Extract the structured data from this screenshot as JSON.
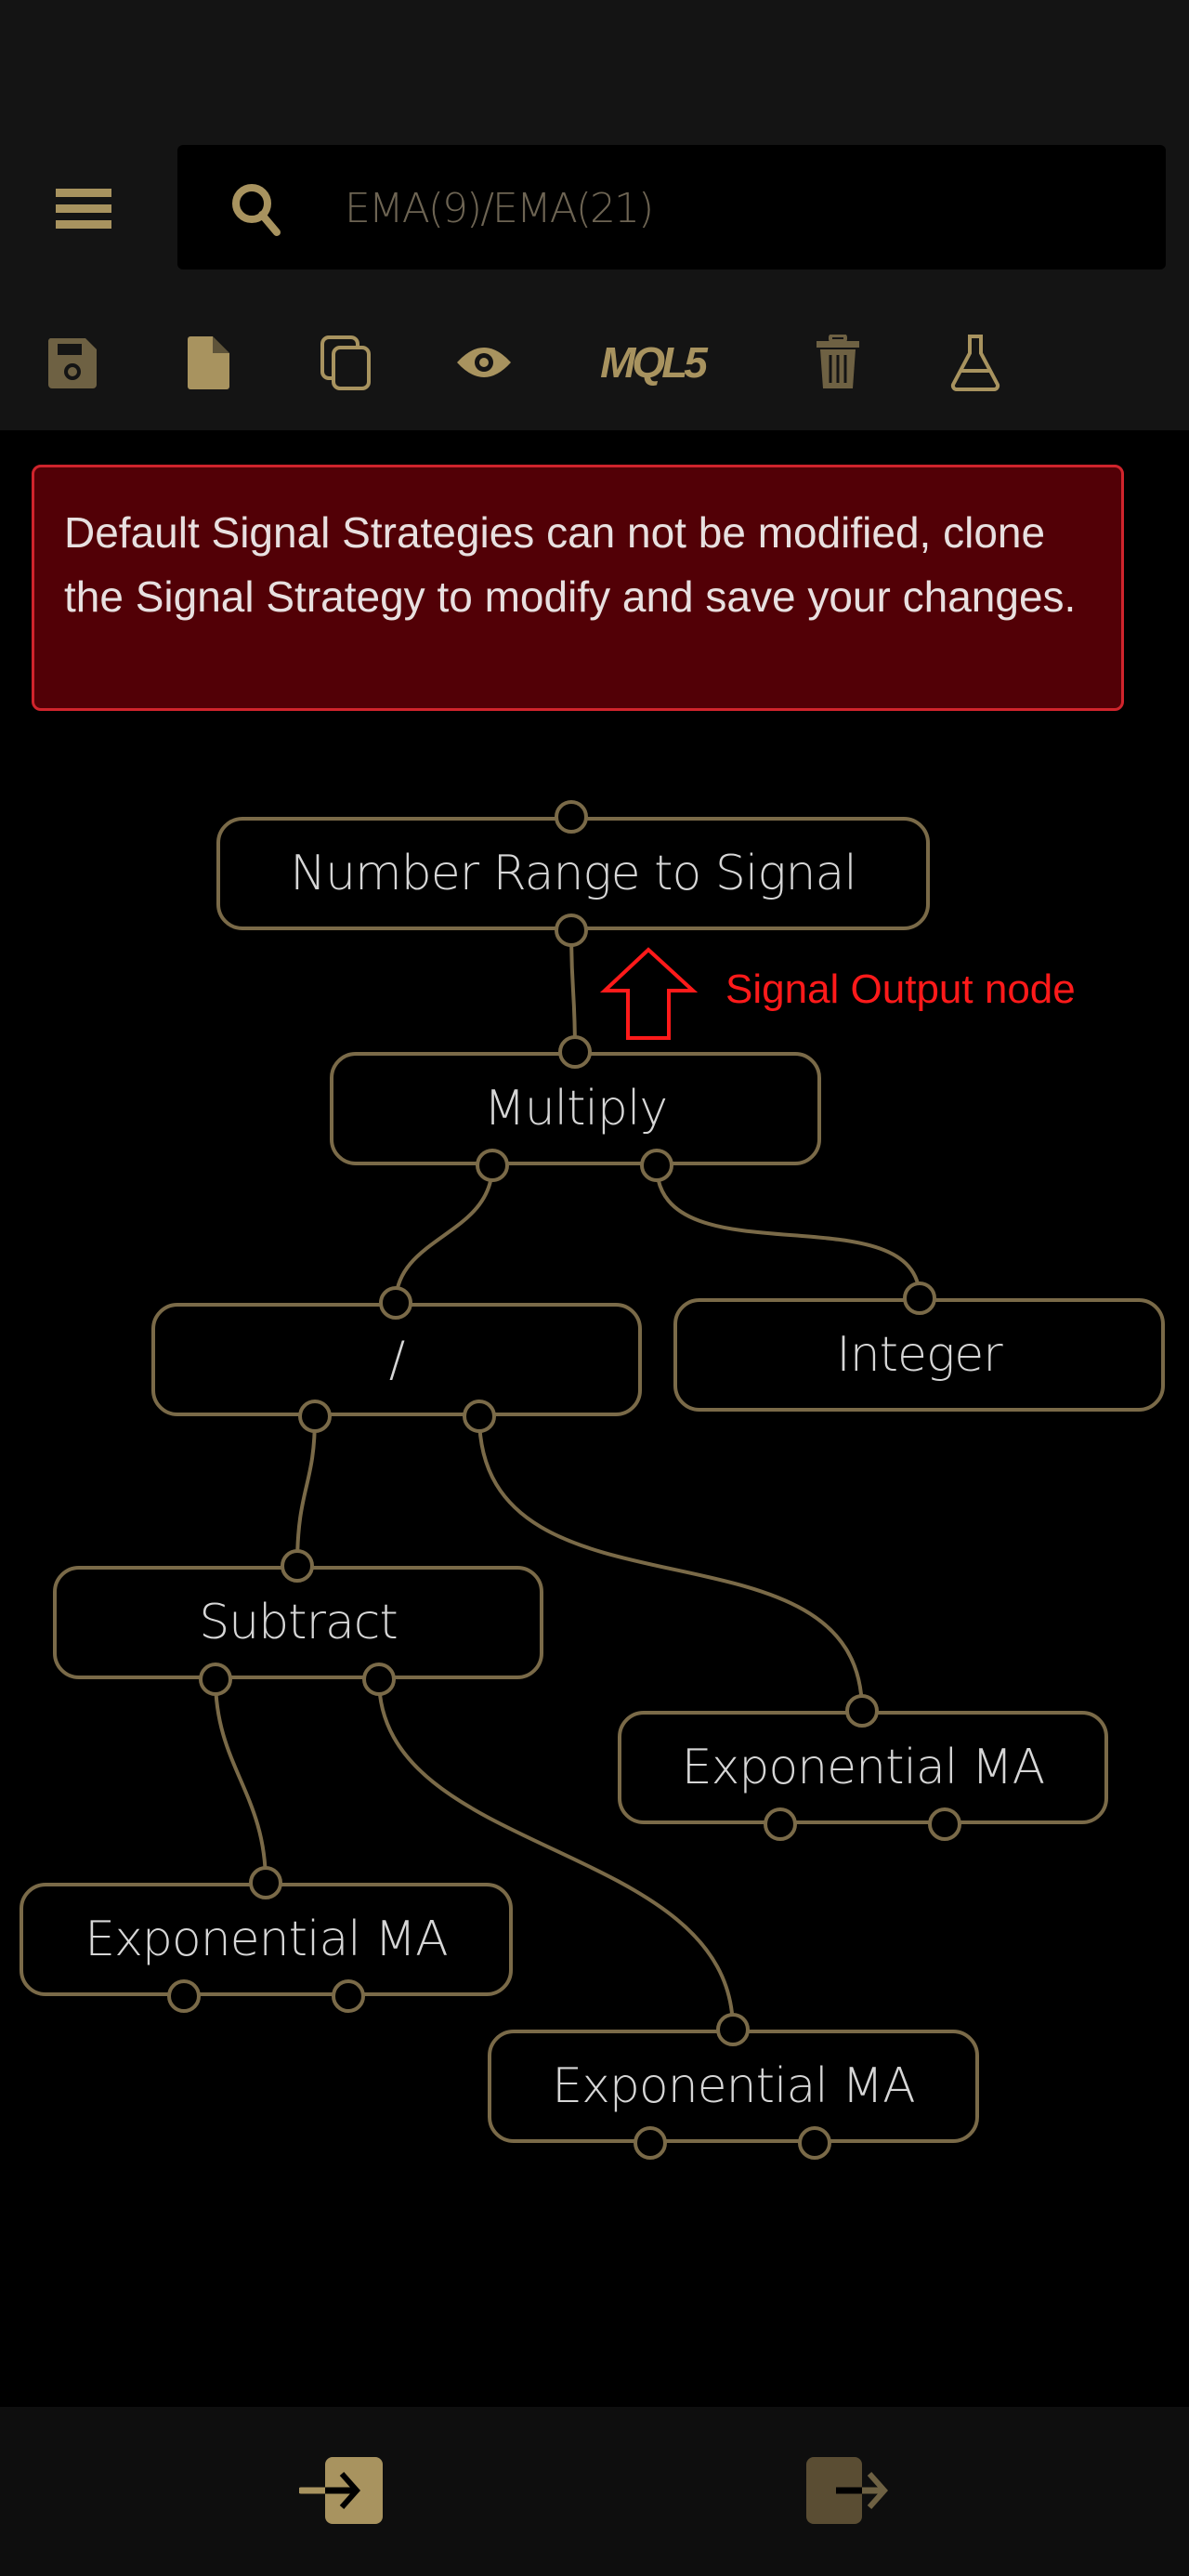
{
  "search": {
    "value": "EMA(9)/EMA(21)"
  },
  "toolbar": {
    "items": [
      "save-icon",
      "new-file-icon",
      "clone-icon",
      "view-icon",
      "mql5",
      "trash-icon",
      "test-flask-icon"
    ],
    "mql5_label": "MQL5"
  },
  "alert": {
    "message": "Default Signal Strategies can not be modified, clone the Signal Strategy to modify and save your changes."
  },
  "graph": {
    "nodes": {
      "signal": "Number Range to Signal",
      "multiply": "Multiply",
      "divide": "/",
      "integer": "Integer",
      "subtract": "Subtract",
      "ema_right": "Exponential MA",
      "ema_left": "Exponential MA",
      "ema_bottom": "Exponential MA"
    },
    "edges": [
      [
        "multiply",
        "signal"
      ],
      [
        "divide",
        "multiply"
      ],
      [
        "integer",
        "multiply"
      ],
      [
        "subtract",
        "divide"
      ],
      [
        "ema_right",
        "divide"
      ],
      [
        "ema_left",
        "subtract"
      ],
      [
        "ema_bottom",
        "subtract"
      ]
    ]
  },
  "annotation": {
    "label": "Signal Output node"
  },
  "colors": {
    "accent": "#a8935f",
    "node_border": "#7a6a48",
    "alert_bg": "#520006",
    "alert_border": "#d0242c",
    "annotation": "#ff1a1a"
  },
  "bottom_bar": {
    "left": "login-icon",
    "right": "logout-icon"
  }
}
